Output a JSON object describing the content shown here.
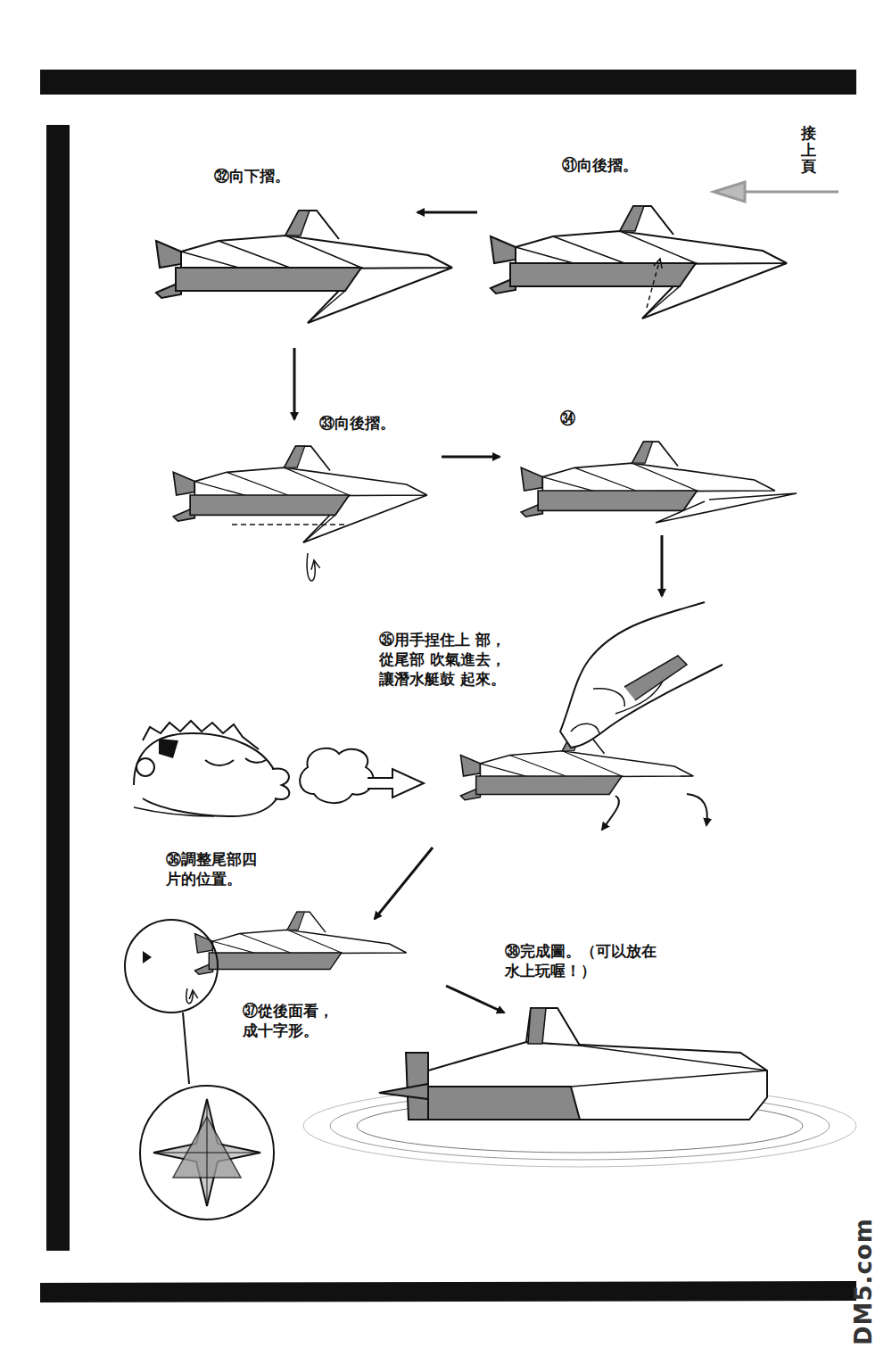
{
  "diagram": {
    "labels": [
      "接上頁",
      "㉜向下摺。",
      "㉛向後摺。",
      "㉝向後摺。",
      "㉞",
      "㉟用手捏住上 部，從尾部 吹氣進去， 讓潛水艇鼓 起來。",
      "㊱調整尾部四 片的位置。",
      "㊲從後面看， 成十字形。",
      "㊳完成圖。（可以放在 水上玩喔！）",
      "DM5.com"
    ]
  }
}
